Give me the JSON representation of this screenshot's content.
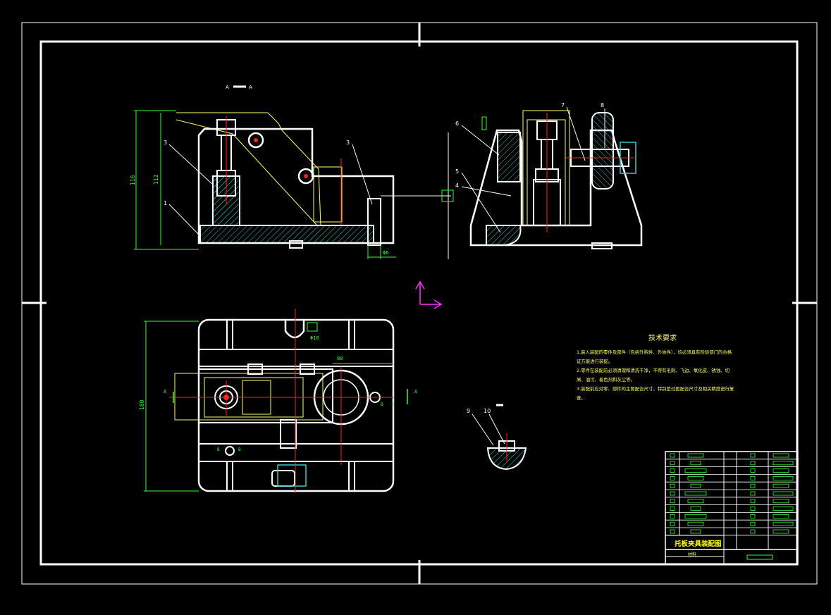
{
  "colors": {
    "background": "#000000",
    "outline": "#ffffff",
    "dimension": "#33ff33",
    "center_line": "#ff2222",
    "hatch": "#33cccc",
    "hidden": "#ffff66",
    "ucs": "#ff33ff",
    "text": "#ffff66"
  },
  "section_label": {
    "left": "A",
    "right": "A"
  },
  "front_view": {
    "dims": {
      "overall_height": "116",
      "inner_height": "112",
      "pin_dim": "Φ6"
    },
    "balloons": [
      "3",
      "1",
      "3"
    ]
  },
  "side_view": {
    "balloons": [
      "6",
      "5",
      "4",
      "7",
      "8"
    ]
  },
  "top_view": {
    "dims": {
      "width": "180",
      "slot": "Φ10",
      "offset": "88"
    },
    "section_marks": [
      "A",
      "A"
    ],
    "small_labels": [
      "B",
      "B",
      "B",
      "B"
    ]
  },
  "detail_view": {
    "balloons": [
      "9",
      "10"
    ]
  },
  "tech_requirements": {
    "heading": "技术要求",
    "lines": [
      "1.装入装配的零件及部件（包括外购件、外协件），均必须具有检验部门的合格",
      "证方能进行装配。",
      "2.零件在装配前必须清理和清洗干净，不得有毛刺、飞边、氧化皮、锈蚀、切",
      "屑、油污、着色剂和灰尘等。",
      "3.装配前应对零、部件的主要配合尺寸，特别是过盈配合尺寸及相关精度进行复",
      "查。"
    ]
  },
  "title_block": {
    "drawing_name": "托板夹具装配图",
    "material_row": "材料",
    "rows": 11
  }
}
